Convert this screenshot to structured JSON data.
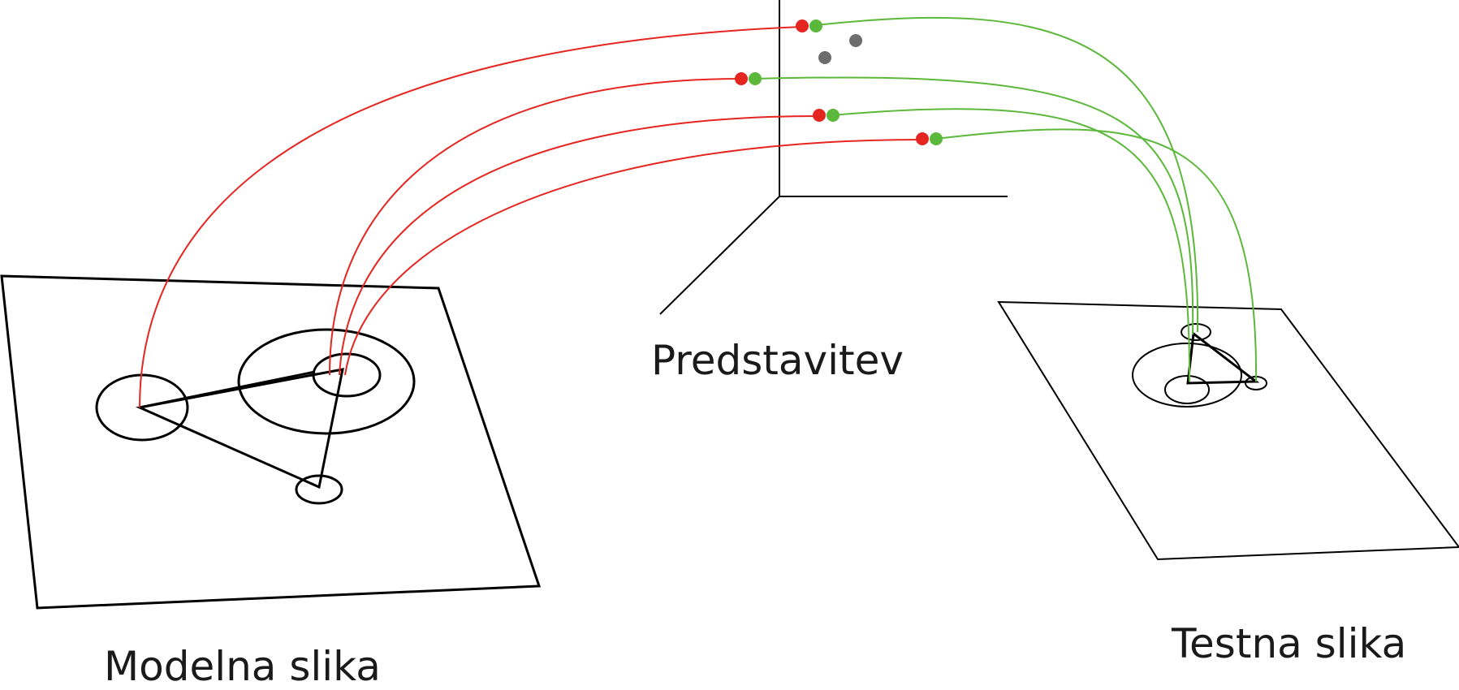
{
  "labels": {
    "model_image": "Modelna slika",
    "representation": "Predstavitev",
    "test_image": "Testna slika"
  },
  "colors": {
    "model_link": "#e52520",
    "test_link": "#5cb83a",
    "other_point": "#6d6d6d",
    "outline": "#000000"
  }
}
